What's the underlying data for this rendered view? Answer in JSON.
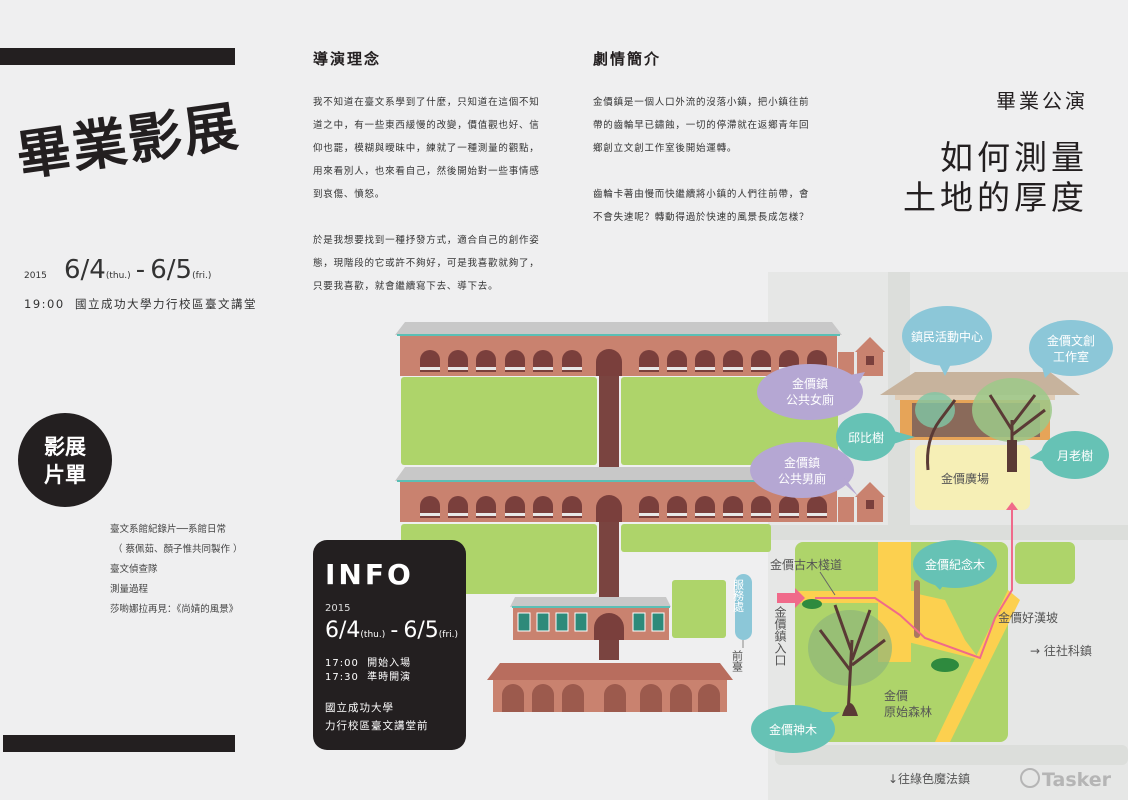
{
  "title": "畢業影展",
  "event": {
    "year": "2015",
    "date_start": "6/4",
    "day_start": "(thu.)",
    "dash": "-",
    "date_end": "6/5",
    "day_end": "(fri.)",
    "time": "19:00",
    "venue": "國立成功大學力行校區臺文講堂"
  },
  "film_list": {
    "label_line1": "影展",
    "label_line2": "片單",
    "items": [
      "臺文系館紀錄片──系館日常",
      "（ 蔡佩茹、顏子惟共同製作 ）",
      "臺文偵查隊",
      "測量過程",
      "莎喲娜拉再見：《尚婧的風景》"
    ]
  },
  "director": {
    "heading": "導演理念",
    "paragraphs": [
      "我不知道在臺文系學到了什麼，只知道在這個不知道之中，有一些東西緩慢的改變，價值觀也好、信仰也罷，模糊與曖昧中，練就了一種測量的觀點，用來看別人，也來看自己，然後開始對一些事情感到哀傷、憤怒。",
      "於是我想要找到一種抒發方式，適合自己的創作姿態，現階段的它或許不夠好，可是我喜歡就夠了，只要我喜歡，就會繼續寫下去、導下去。"
    ]
  },
  "synopsis": {
    "heading": "劇情簡介",
    "paragraphs": [
      "金價鎮是一個人口外流的沒落小鎮，把小鎮往前帶的齒輪早已鏽蝕，一切的停滯就在返鄉青年回鄉創立文創工作室後開始運轉。",
      "齒輪卡著由慢而快繼續將小鎮的人們往前帶，會不會失速呢？轉動得過於快速的風景長成怎樣？"
    ]
  },
  "performance": {
    "label": "畢業公演",
    "title_line1": "如何測量",
    "title_line2": "土地的厚度"
  },
  "info": {
    "heading": "INFO",
    "year": "2015",
    "date_start": "6/4",
    "day_start": "(thu.)",
    "dash": "-",
    "date_end": "6/5",
    "day_end": "(fri.)",
    "schedule": [
      "17:00  開始入場",
      "17:30  準時開演"
    ],
    "venue_line1": "國立成功大學",
    "venue_line2": "力行校區臺文講堂前"
  },
  "map": {
    "bubbles": {
      "activity_center": "鎮民活動中心",
      "studio_1": "金價文創",
      "studio_2": "工作室",
      "womens_1": "金價鎮",
      "womens_2": "公共女廁",
      "cupid_tree": "邱比樹",
      "matchmaker_tree": "月老樹",
      "mens_1": "金價鎮",
      "mens_2": "公共男廁",
      "memorial_tree": "金價紀念木",
      "sacred_tree": "金價神木"
    },
    "labels": {
      "plaza": "金價廣場",
      "boardwalk": "金價古木棧道",
      "entrance": "金價鎮入口",
      "service": "服務處",
      "front_desk": "前臺",
      "slope": "金價好漢坡",
      "to_social": "→  往社科鎮",
      "forest_1": "金價",
      "forest_2": "原始森林",
      "to_green": "↓往綠色魔法鎮"
    },
    "colors": {
      "lawn": "#aed46a",
      "brick": "#c9826f",
      "arch": "#7a3f3c",
      "roof": "#c8c8c8",
      "teal": "#66c2b5",
      "blue": "#8cc7d8",
      "purple": "#b5a7d3",
      "path": "#fcd04f",
      "plaza": "#f6efb6",
      "route": "#f06a8a"
    }
  },
  "watermark": "Tasker"
}
